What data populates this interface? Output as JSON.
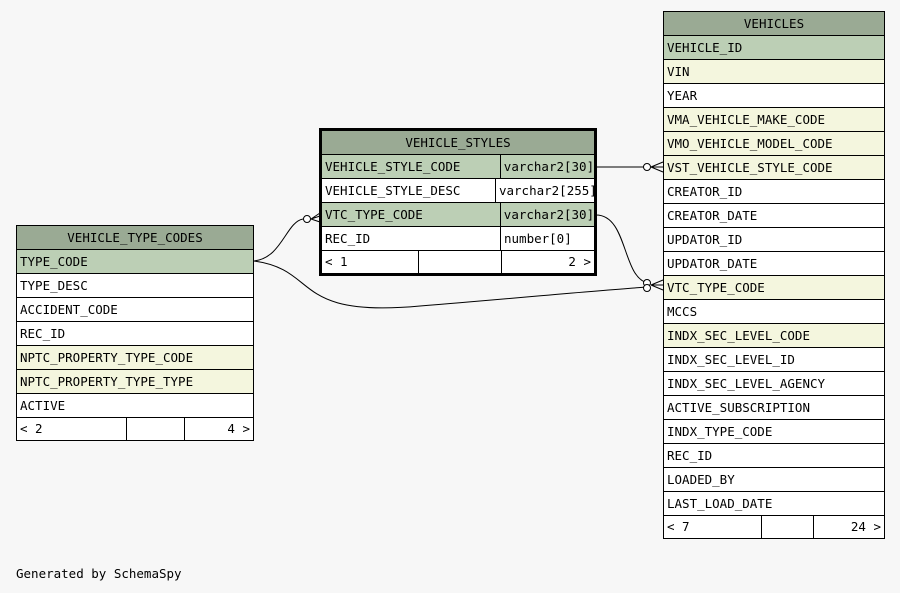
{
  "vehicle_styles": {
    "title": "VEHICLE_STYLES",
    "rows": [
      {
        "name": "VEHICLE_STYLE_CODE",
        "type": "varchar2[30]",
        "kind": "pk"
      },
      {
        "name": "VEHICLE_STYLE_DESC",
        "type": "varchar2[255]",
        "kind": "plain"
      },
      {
        "name": "VTC_TYPE_CODE",
        "type": "varchar2[30]",
        "kind": "pk"
      },
      {
        "name": "REC_ID",
        "type": "number[0]",
        "kind": "plain"
      }
    ],
    "footer_left": "< 1",
    "footer_right": "2 >"
  },
  "vehicle_type_codes": {
    "title": "VEHICLE_TYPE_CODES",
    "rows": [
      {
        "name": "TYPE_CODE",
        "kind": "pk"
      },
      {
        "name": "TYPE_DESC",
        "kind": "plain"
      },
      {
        "name": "ACCIDENT_CODE",
        "kind": "plain"
      },
      {
        "name": "REC_ID",
        "kind": "plain"
      },
      {
        "name": "NPTC_PROPERTY_TYPE_CODE",
        "kind": "fk"
      },
      {
        "name": "NPTC_PROPERTY_TYPE_TYPE",
        "kind": "fk"
      },
      {
        "name": "ACTIVE",
        "kind": "plain"
      }
    ],
    "footer_left": "< 2",
    "footer_right": "4 >"
  },
  "vehicles": {
    "title": "VEHICLES",
    "rows": [
      {
        "name": "VEHICLE_ID",
        "kind": "pk"
      },
      {
        "name": "VIN",
        "kind": "fk"
      },
      {
        "name": "YEAR",
        "kind": "plain"
      },
      {
        "name": "VMA_VEHICLE_MAKE_CODE",
        "kind": "fk"
      },
      {
        "name": "VMO_VEHICLE_MODEL_CODE",
        "kind": "fk"
      },
      {
        "name": "VST_VEHICLE_STYLE_CODE",
        "kind": "fk"
      },
      {
        "name": "CREATOR_ID",
        "kind": "plain"
      },
      {
        "name": "CREATOR_DATE",
        "kind": "plain"
      },
      {
        "name": "UPDATOR_ID",
        "kind": "plain"
      },
      {
        "name": "UPDATOR_DATE",
        "kind": "plain"
      },
      {
        "name": "VTC_TYPE_CODE",
        "kind": "fk"
      },
      {
        "name": "MCCS",
        "kind": "plain"
      },
      {
        "name": "INDX_SEC_LEVEL_CODE",
        "kind": "fk"
      },
      {
        "name": "INDX_SEC_LEVEL_ID",
        "kind": "plain"
      },
      {
        "name": "INDX_SEC_LEVEL_AGENCY",
        "kind": "plain"
      },
      {
        "name": "ACTIVE_SUBSCRIPTION",
        "kind": "plain"
      },
      {
        "name": "INDX_TYPE_CODE",
        "kind": "plain"
      },
      {
        "name": "REC_ID",
        "kind": "plain"
      },
      {
        "name": "LOADED_BY",
        "kind": "plain"
      },
      {
        "name": "LAST_LOAD_DATE",
        "kind": "plain"
      }
    ],
    "footer_left": "< 7",
    "footer_right": "24 >"
  },
  "footer_note": "Generated by SchemaSpy",
  "colors": {
    "header": "#9aaa94",
    "primary_key": "#bccfb5",
    "foreign_key": "#f4f6de",
    "background": "#f7f7f7"
  }
}
